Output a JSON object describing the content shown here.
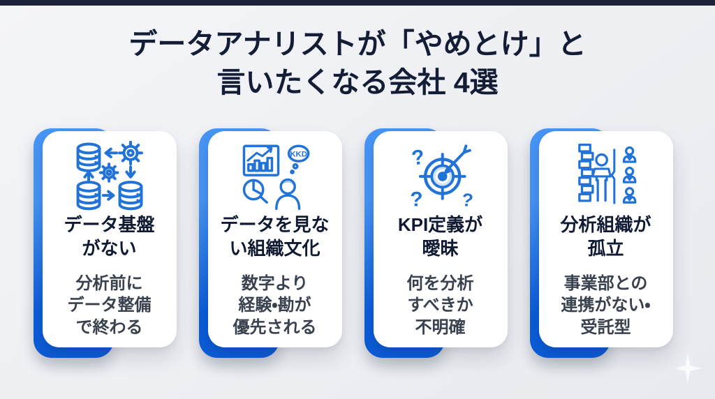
{
  "colors": {
    "topbar-navy": "#1b2338",
    "page-bg": "#eef0f4",
    "title-navy": "#131d36",
    "accent-blue-light": "#4795f5",
    "accent-blue-dark": "#0b5cd9",
    "icon-blue": "#2273d8",
    "icon-blue-fill": "#cfe4fa",
    "heading-text": "#101b33",
    "body-text": "#39414f",
    "card-bg": "#ffffff"
  },
  "header": {
    "title_line1": "データアナリストが「やめとけ」と",
    "title_line2": "言いたくなる会社 4選"
  },
  "cards": [
    {
      "icon": "database-pipeline-icon",
      "title": "データ基盤\nがない",
      "body": "分析前に\nデータ整備\nで終わる"
    },
    {
      "icon": "kkd-thinking-icon",
      "icon_label": "KKD",
      "title": "データを見な\nい組織文化",
      "body": "数字より\n経験・勘が\n優先される"
    },
    {
      "icon": "kpi-target-icon",
      "icon_question_mark": "?",
      "title": "KPI定義が\n曖昧",
      "body": "何を分析\nすべきか\n不明確"
    },
    {
      "icon": "isolated-team-icon",
      "title": "分析組織が\n孤立",
      "body": "事業部との\n連携がない・\n受託型"
    }
  ]
}
